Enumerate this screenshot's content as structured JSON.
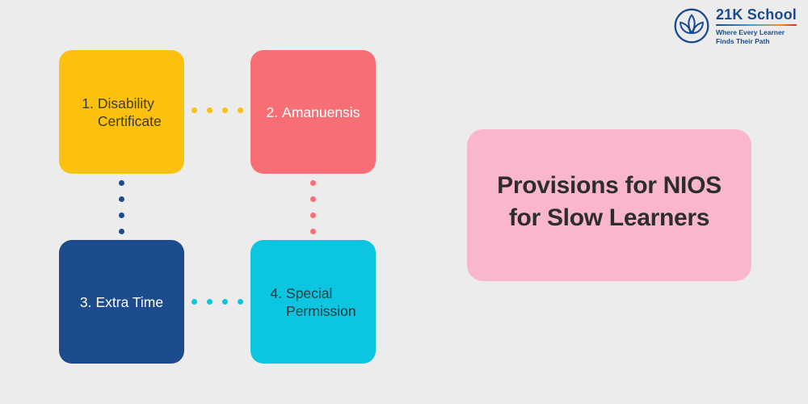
{
  "page": {
    "background": "#ececec"
  },
  "logo": {
    "brand": "21K School",
    "tagline_line1": "Where Every Learner",
    "tagline_line2": "Finds Their Path",
    "brand_color": "#1b4a8e",
    "underline_gradient": [
      "#1b4a8e",
      "#29abe2",
      "#f7941d",
      "#ed1c24"
    ]
  },
  "title": {
    "lines": [
      "Provisions for NIOS",
      "for Slow Learners"
    ],
    "bg": "#fbb6cf",
    "fg": "#2d2d2d"
  },
  "boxes": [
    {
      "number": "1.",
      "lines": [
        "Disability",
        "Certificate"
      ],
      "bg": "#fbc10e",
      "fg": "#3a3a3a"
    },
    {
      "number": "2.",
      "lines": [
        "Amanuensis"
      ],
      "bg": "#f86e75",
      "fg": "#ffffff"
    },
    {
      "number": "3.",
      "lines": [
        "Extra Time"
      ],
      "bg": "#1d4c8e",
      "fg": "#ffffff"
    },
    {
      "number": "4.",
      "lines": [
        "Special",
        "Permission"
      ],
      "bg": "#0cc5e0",
      "fg": "#2e3a3e"
    }
  ],
  "connectors": [
    {
      "between": "disability-certificate__amanuensis",
      "orientation": "horizontal",
      "dots": 4,
      "color": "#fbc10e"
    },
    {
      "between": "disability-certificate__extra-time",
      "orientation": "vertical",
      "dots": 4,
      "color": "#1d4c8e"
    },
    {
      "between": "amanuensis__special-permission",
      "orientation": "vertical",
      "dots": 4,
      "color": "#f86e75"
    },
    {
      "between": "extra-time__special-permission",
      "orientation": "horizontal",
      "dots": 4,
      "color": "#0cc5e0"
    }
  ]
}
